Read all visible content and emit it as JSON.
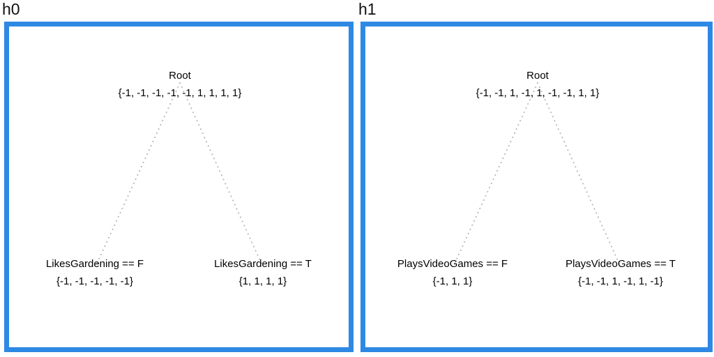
{
  "colors": {
    "panel_border": "#2e89e4",
    "edge_dotted": "#b5b5b5",
    "text": "#000000",
    "background": "#ffffff"
  },
  "panels": [
    {
      "title": "h0",
      "root": {
        "label": "Root",
        "set": "{-1, -1, -1, -1, -1, 1, 1, 1, 1}"
      },
      "left_child": {
        "label": "LikesGardening == F",
        "set": "{-1, -1, -1, -1, -1}"
      },
      "right_child": {
        "label": "LikesGardening == T",
        "set": "{1, 1, 1, 1}"
      }
    },
    {
      "title": "h1",
      "root": {
        "label": "Root",
        "set": "{-1, -1, 1, -1, 1, -1, -1, 1, 1}"
      },
      "left_child": {
        "label": "PlaysVideoGames == F",
        "set": "{-1, 1, 1}"
      },
      "right_child": {
        "label": "PlaysVideoGames == T",
        "set": "{-1, -1, 1, -1, 1, -1}"
      }
    }
  ]
}
